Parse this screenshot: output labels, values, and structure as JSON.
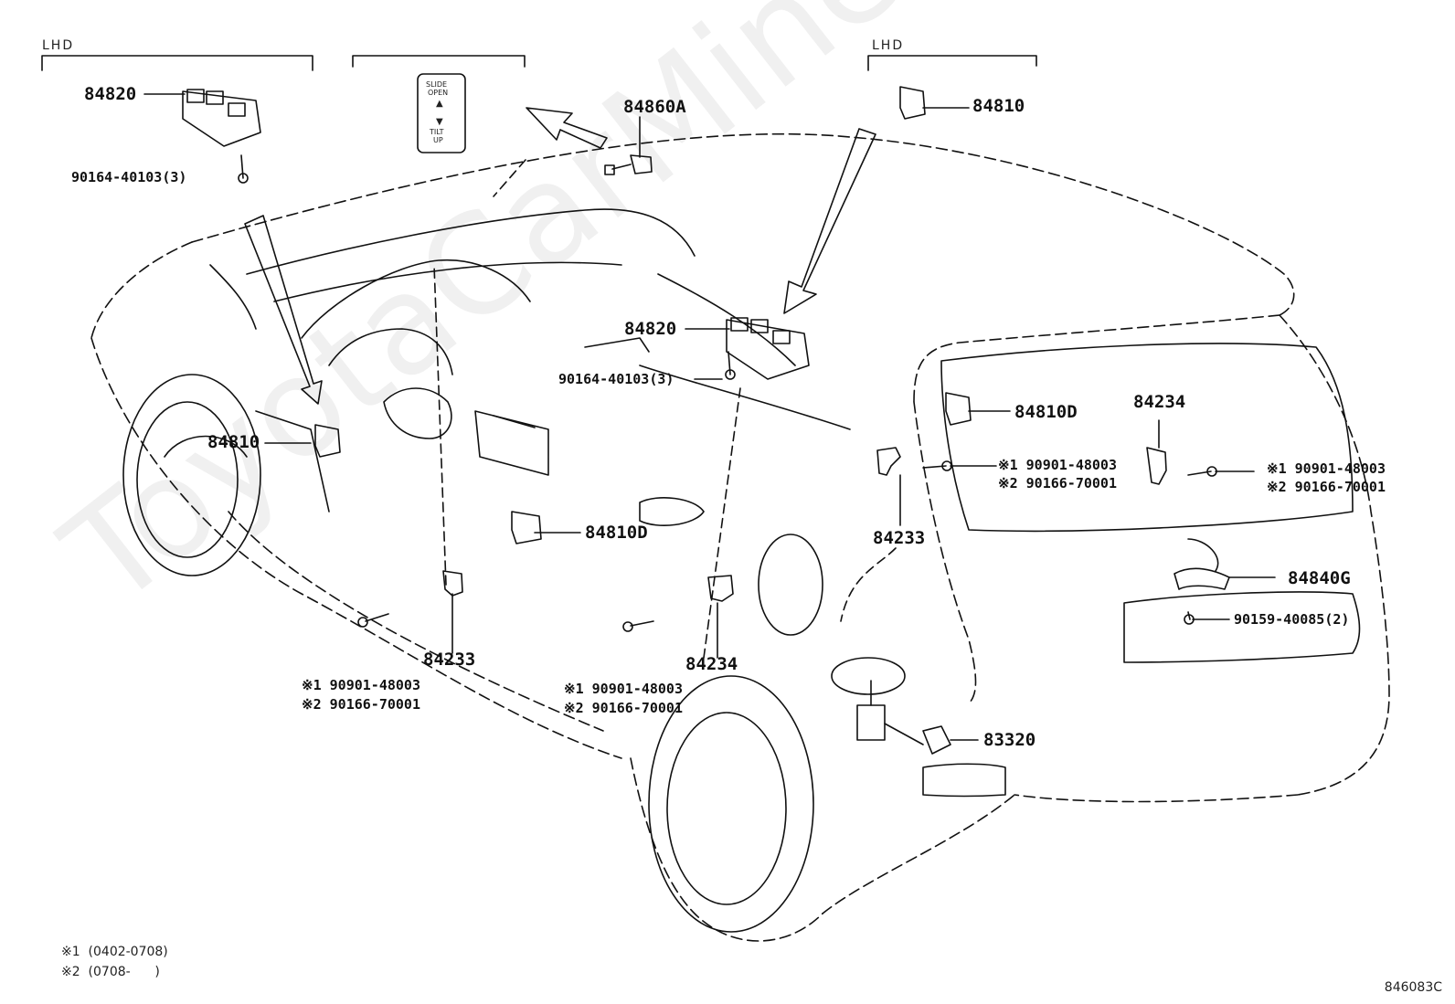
{
  "headers": {
    "lhd_left": "LHD",
    "lhd_right": "LHD"
  },
  "switch_panel": {
    "line1": "SLIDE",
    "line2": "OPEN",
    "line3": "TILT",
    "line4": "UP"
  },
  "labels": {
    "p84820_top": "84820",
    "p90164_top": "90164-40103(3)",
    "p84860a": "84860A",
    "p84810_top": "84810",
    "p84820_mid": "84820",
    "p90164_mid": "90164-40103(3)",
    "p84810_left": "84810",
    "p84810d_right": "84810D",
    "p84234_right": "84234",
    "p84810d_mid": "84810D",
    "p84233_right": "84233",
    "p84233_left": "84233",
    "p84234_mid": "84234",
    "p84840g": "84840G",
    "p90159": "90159-40085(2)",
    "p83320": "83320"
  },
  "bolt_groups": {
    "right_a": {
      "l1": "※1 90901-48003",
      "l2": "※2 90166-70001"
    },
    "right_b": {
      "l1": "※1 90901-48003",
      "l2": "※2 90166-70001"
    },
    "left_a": {
      "l1": "※1 90901-48003",
      "l2": "※2 90166-70001"
    },
    "left_b": {
      "l1": "※1 90901-48003",
      "l2": "※2 90166-70001"
    }
  },
  "notes": {
    "n1": "※1  (0402-0708)",
    "n2": "※2  (0708-      )"
  },
  "figure_id": "846083C",
  "watermark": "ToyotaCarMine.ru"
}
